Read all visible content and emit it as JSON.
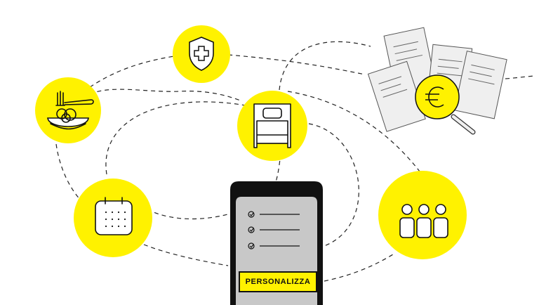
{
  "cta": {
    "label": "PERSONALIZZA"
  },
  "colors": {
    "accent": "#fff200",
    "ink": "#111111",
    "phone_screen": "#c8c8c8",
    "documents": "#efefef"
  },
  "icons": [
    "shield-plus-icon",
    "food-plate-icon",
    "bed-icon",
    "calendar-icon",
    "people-icon",
    "euro-search-icon",
    "document-icon",
    "checklist-icon"
  ],
  "checklist": {
    "item_count": 3
  },
  "documents": {
    "count": 4
  }
}
